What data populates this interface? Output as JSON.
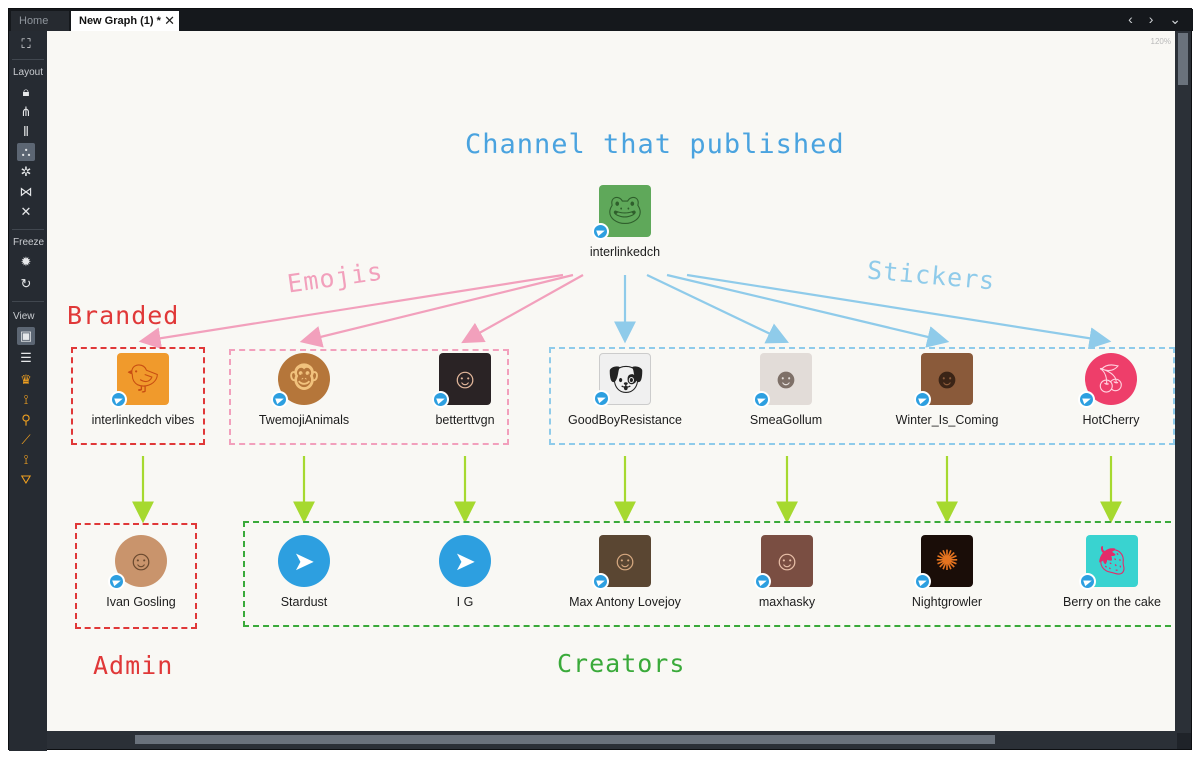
{
  "window": {
    "tabs": [
      {
        "label": "Home"
      },
      {
        "label": "New Graph (1) *"
      }
    ],
    "nav_glyphs": "‹ › ⌄"
  },
  "toolbar": {
    "sections": [
      {
        "label": "Layout"
      },
      {
        "label": "Freeze"
      },
      {
        "label": "View"
      }
    ]
  },
  "canvas": {
    "zoom": "120%",
    "annotations": {
      "title": "Channel that published",
      "emojis": "Emojis",
      "stickers": "Stickers",
      "branded": "Branded",
      "admin": "Admin",
      "creators": "Creators"
    },
    "colors": {
      "channel_title": "#4aa3df",
      "emojis": "#f2a0bc",
      "stickers": "#8fcbea",
      "branded": "#e03838",
      "admin": "#e03838",
      "creators": "#3aaa3a",
      "creator_arrows": "#a6d92f"
    },
    "root": {
      "label": "interlinkedch",
      "icon": "pepe-icon"
    },
    "packs": [
      {
        "label": "interlinkedch vibes",
        "type": "branded",
        "icon": "duck-sticker-icon"
      },
      {
        "label": "TwemojiAnimals",
        "type": "emoji",
        "icon": "monkey-icon"
      },
      {
        "label": "betterttvgn",
        "type": "emoji",
        "icon": "woman-waving-icon"
      },
      {
        "label": "GoodBoyResistance",
        "type": "sticker",
        "icon": "dog-resistance-icon"
      },
      {
        "label": "SmeaGollum",
        "type": "sticker",
        "icon": "gollum-icon"
      },
      {
        "label": "Winter_Is_Coming",
        "type": "sticker",
        "icon": "bearded-man-icon"
      },
      {
        "label": "HotCherry",
        "type": "sticker",
        "icon": "cherry-icon"
      }
    ],
    "creators": [
      {
        "label": "Ivan Gosling",
        "role": "admin",
        "icon": "man-portrait-icon"
      },
      {
        "label": "Stardust",
        "role": "creator",
        "icon": "telegram-icon"
      },
      {
        "label": "I G",
        "role": "creator",
        "icon": "telegram-icon"
      },
      {
        "label": "Max Antony Lovejoy",
        "role": "creator",
        "icon": "man-photo-icon"
      },
      {
        "label": "maxhasky",
        "role": "creator",
        "icon": "woman-photo-icon"
      },
      {
        "label": "Nightgrowler",
        "role": "creator",
        "icon": "mandala-icon"
      },
      {
        "label": "Berry on the cake",
        "role": "creator",
        "icon": "berry-icon"
      }
    ]
  }
}
